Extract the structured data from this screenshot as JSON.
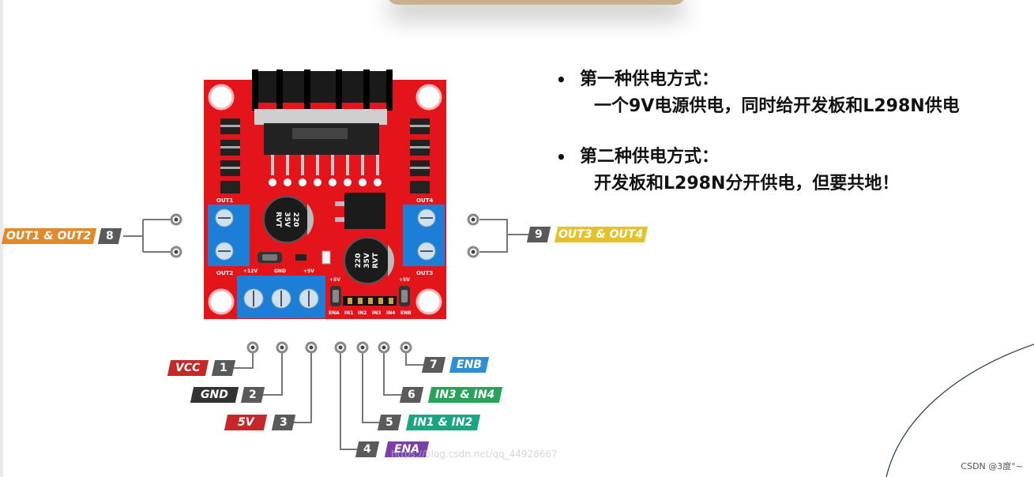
{
  "bullets": [
    {
      "head": "第一种供电方式：",
      "line": "一个9V电源供电，同时给开发板和L298N供电"
    },
    {
      "head": "第二种供电方式：",
      "line": "开发板和L298N分开供电，但要共地！"
    }
  ],
  "bullet_symbol": "•",
  "board": {
    "terminal_labels": {
      "out1": "OUT1",
      "out2": "OUT2",
      "out3": "OUT3",
      "out4": "OUT4"
    },
    "power_labels": {
      "v12": "+12V",
      "gnd": "GND",
      "v5": "+5V"
    },
    "jumper_labels": {
      "v5_left": "+5V",
      "v5_right": "+5V"
    },
    "pin_labels": [
      "ENA",
      "IN1",
      "IN2",
      "IN3",
      "IN4",
      "ENB"
    ],
    "capacitor_text": [
      "220",
      "35V",
      "RVT"
    ]
  },
  "callouts": [
    {
      "num": "1",
      "label": "VCC",
      "color": "#c62828"
    },
    {
      "num": "2",
      "label": "GND",
      "color": "#333333"
    },
    {
      "num": "3",
      "label": "5V",
      "color": "#c62828"
    },
    {
      "num": "4",
      "label": "ENA",
      "color": "#7b3fa8"
    },
    {
      "num": "5",
      "label": "IN1 & IN2",
      "color": "#1aa77f"
    },
    {
      "num": "6",
      "label": "IN3 & IN4",
      "color": "#27a35a"
    },
    {
      "num": "7",
      "label": "ENB",
      "color": "#2f8fd0"
    },
    {
      "num": "8",
      "label": "OUT1 & OUT2",
      "color": "#e28a2b"
    },
    {
      "num": "9",
      "label": "OUT3 & OUT4",
      "color": "#e6c22a"
    }
  ],
  "watermark": "https://blog.csdn.net/qq_44928667",
  "csdn_credit": "CSDN @3度°~"
}
